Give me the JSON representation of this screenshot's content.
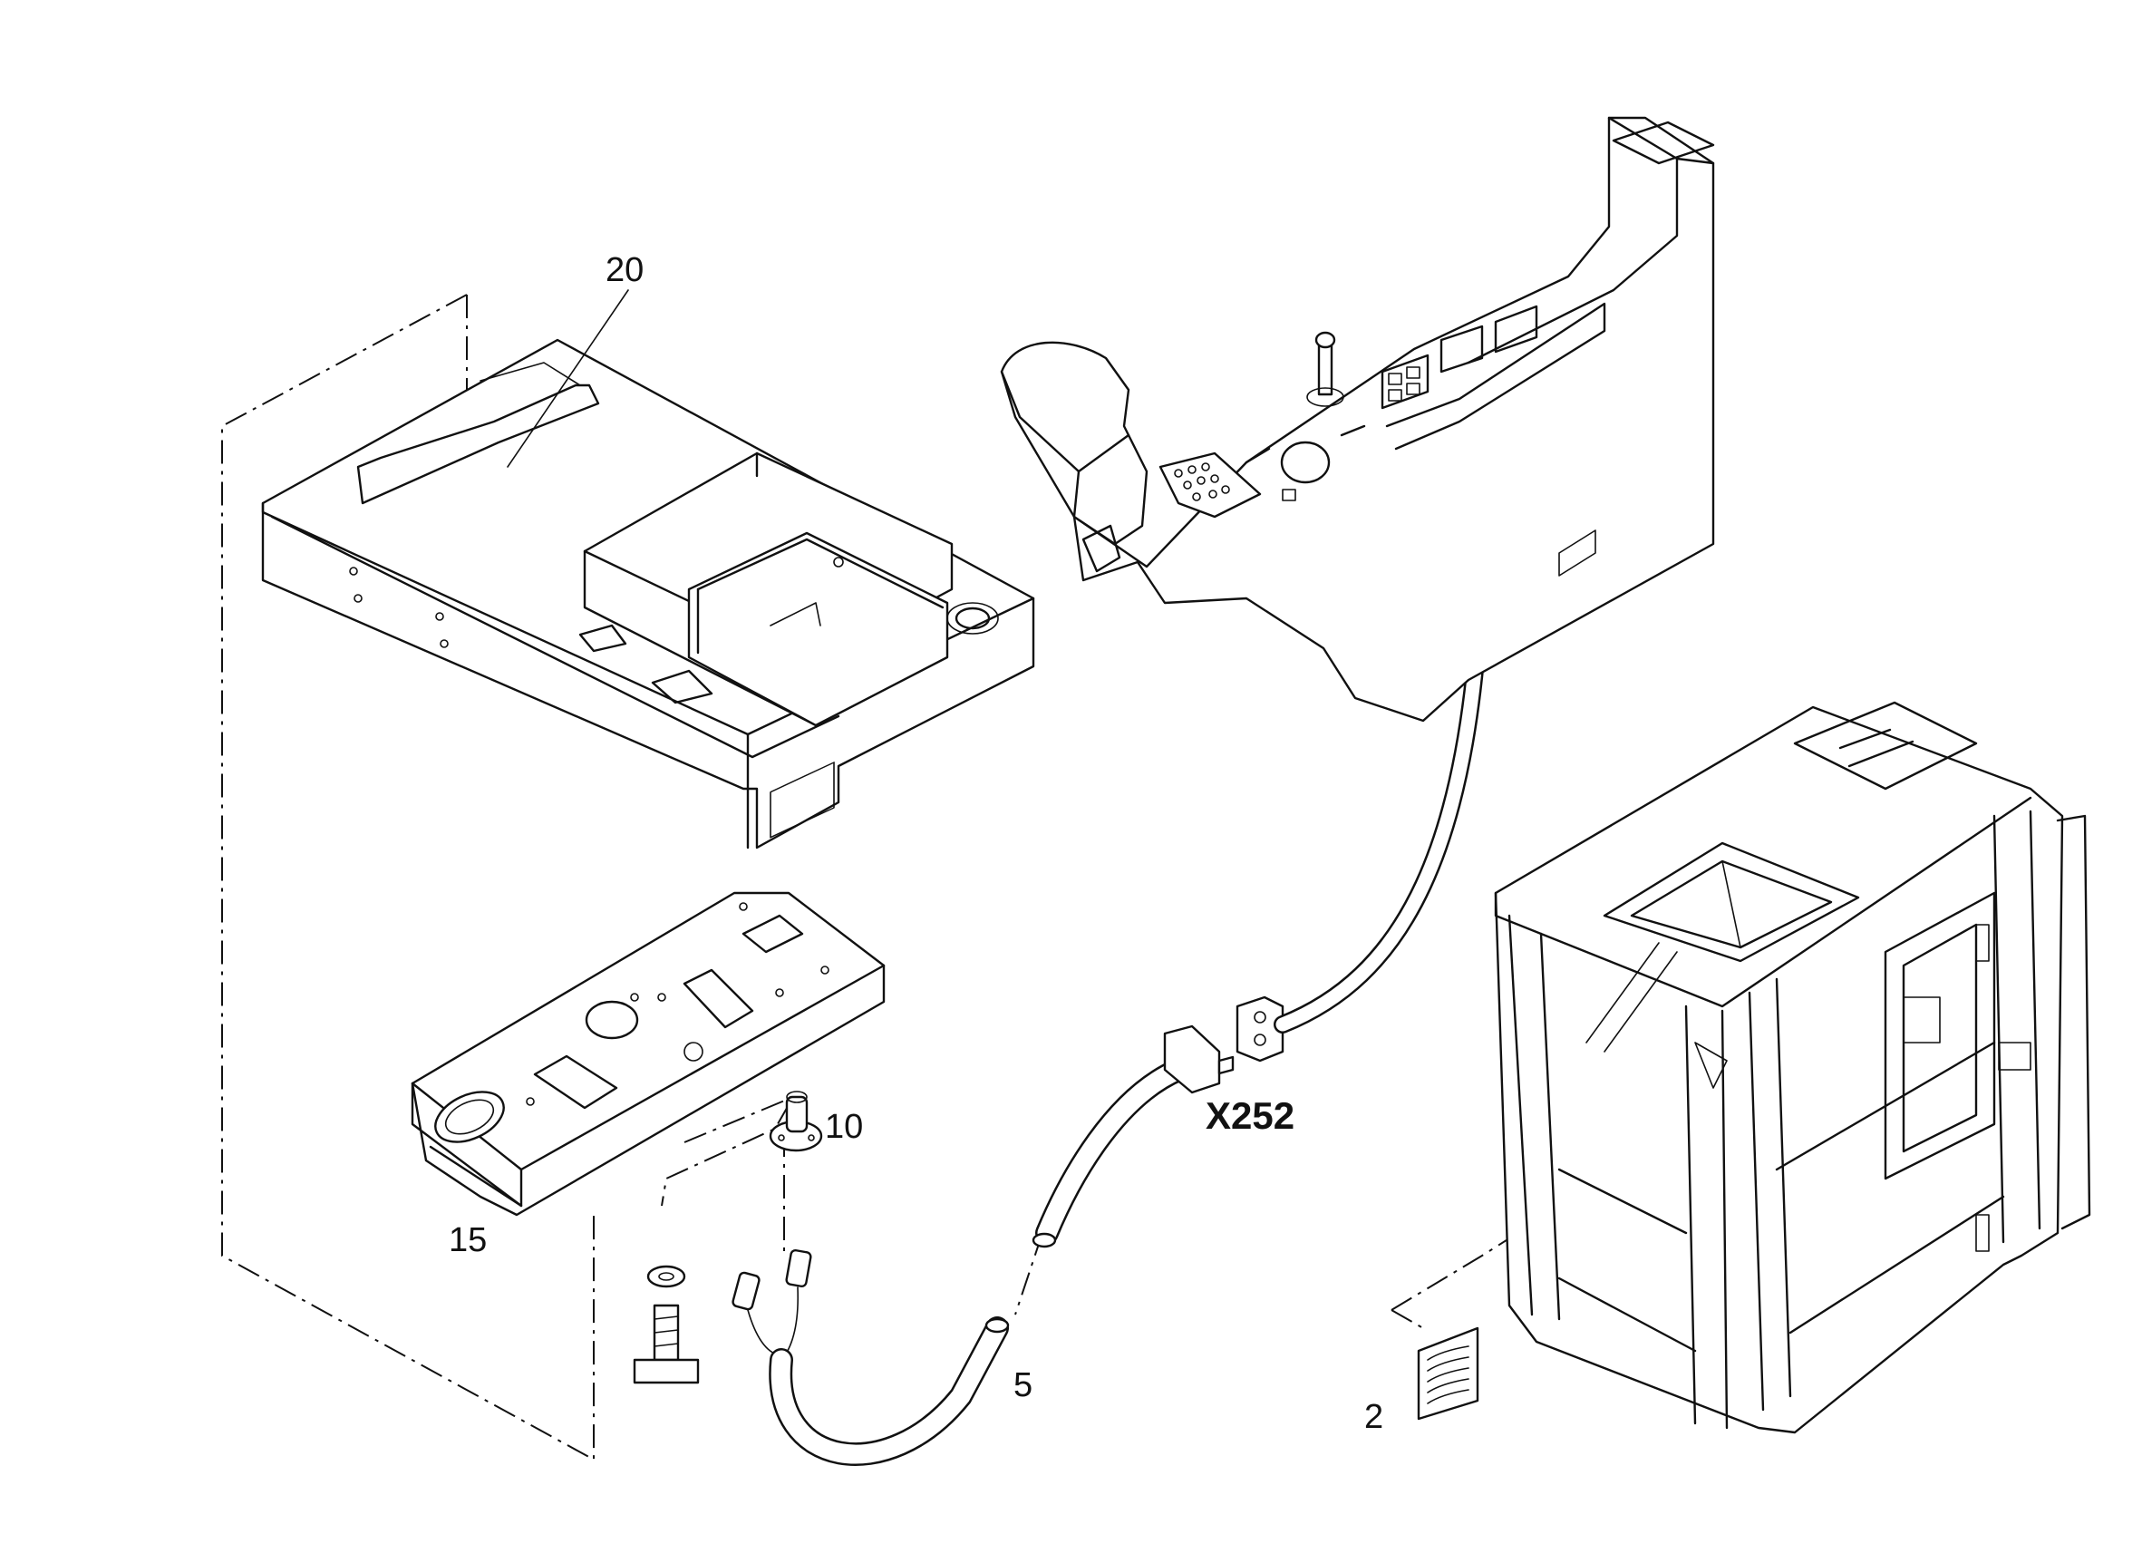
{
  "labels": {
    "part_20": "20",
    "part_15": "15",
    "part_10": "10",
    "part_5": "5",
    "part_2": "2",
    "connector": "X252"
  }
}
